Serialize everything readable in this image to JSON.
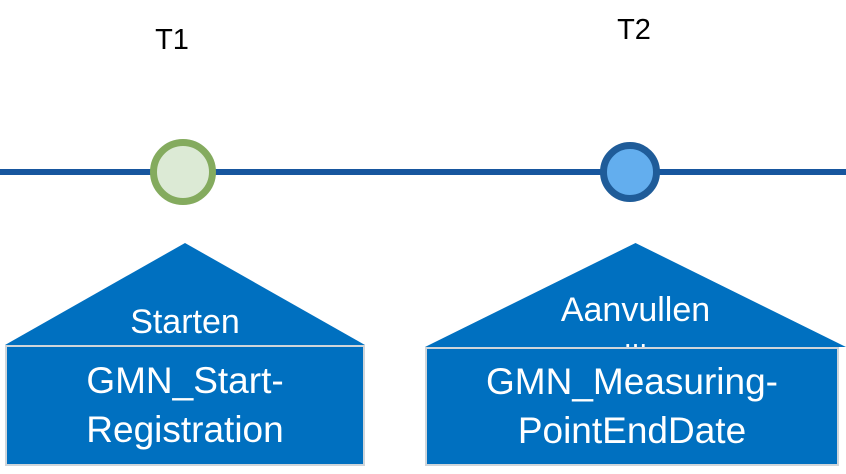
{
  "diagram": {
    "markers": [
      {
        "time_label": "T1",
        "action_label": "Starten",
        "dots": "",
        "box_line1": "GMN_Start-",
        "box_line2": "Registration"
      },
      {
        "time_label": "T2",
        "action_label": "Aanvullen",
        "dots": "...",
        "box_line1": "GMN_Measuring-",
        "box_line2": "PointEndDate"
      }
    ],
    "colors": {
      "callout_blue": "#0070C0",
      "timeline_blue": "#17569E",
      "marker1_border": "#84AB5E",
      "marker1_fill": "#DCEAD5",
      "marker2_border": "#1F5C99",
      "marker2_fill": "#63AEEE",
      "text_on_blue": "#FFFFFF",
      "text_labels": "#000000"
    }
  }
}
